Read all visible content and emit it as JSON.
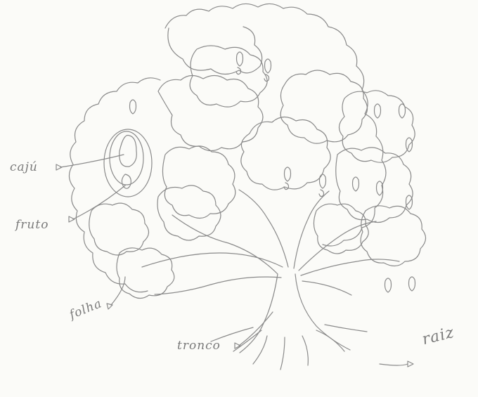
{
  "drawing": {
    "stroke_color": "#8a8a8a",
    "paper_color": "#fbfbf8",
    "labels": {
      "caju": "cajú",
      "fruto": "fruto",
      "folha": "folha",
      "tronco": "tronco",
      "raiz": "raiz"
    }
  }
}
